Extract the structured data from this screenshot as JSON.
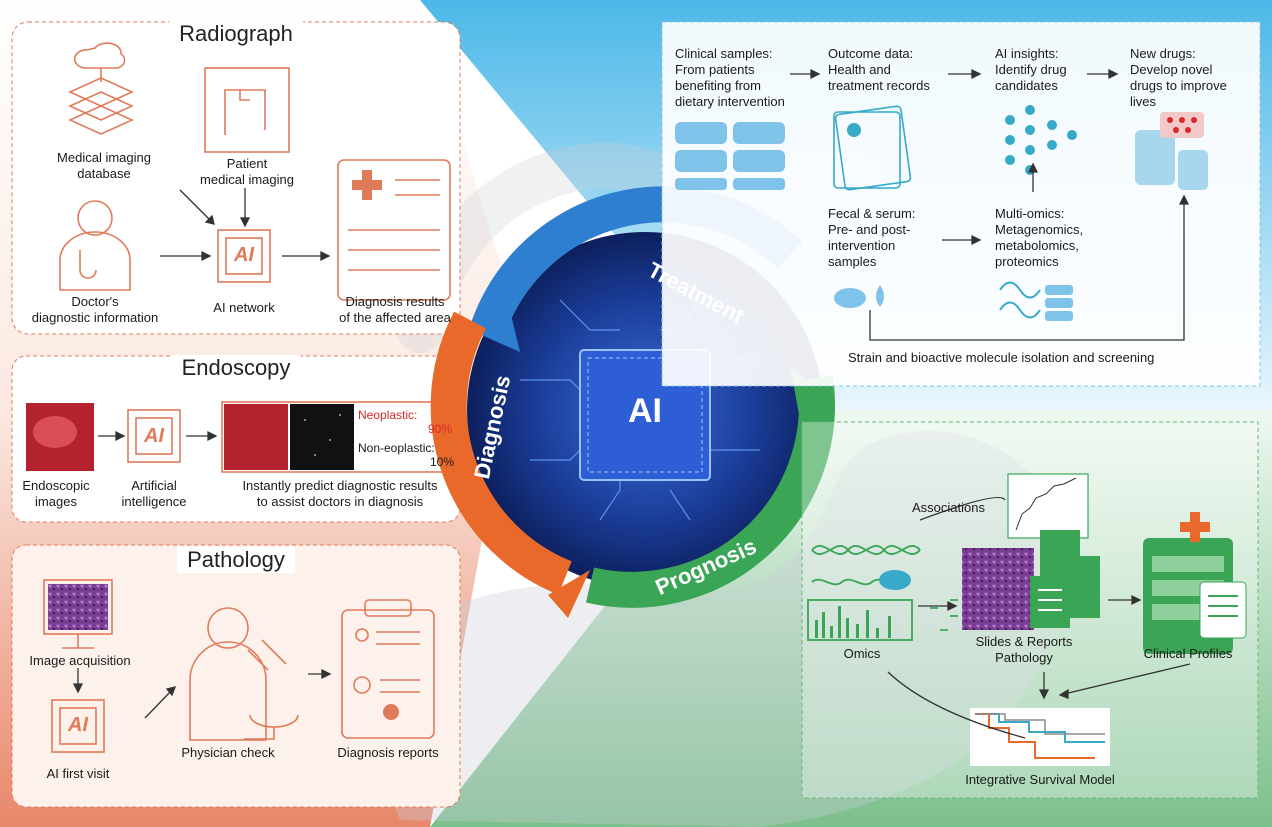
{
  "center": {
    "chip_label": "AI"
  },
  "cycle": {
    "treatment": "Treatment",
    "diagnosis": "Diagnosis",
    "prognosis": "Prognosis"
  },
  "radiograph": {
    "title": "Radiograph",
    "database_label": "Medical imaging\ndatabase",
    "patient_label": "Patient\nmedical imaging",
    "doctor_label": "Doctor's\ndiagnostic information",
    "chip_label": "AI",
    "network_label": "AI network",
    "results_label": "Diagnosis results\nof the affected area"
  },
  "endoscopy": {
    "title": "Endoscopy",
    "images_label": "Endoscopic\nimages",
    "chip_label": "AI",
    "ai_label": "Artificial\nintelligence",
    "predict_label": "Instantly predict diagnostic results\nto assist doctors in diagnosis",
    "neoplastic_label": "Neoplastic:",
    "neoplastic_value": "90%",
    "non_neoplastic_label": "Non-eoplastic:",
    "non_neoplastic_value": "10%"
  },
  "pathology": {
    "title": "Pathology",
    "acquisition_label": "Image acquisition",
    "chip_label": "AI",
    "first_visit_label": "AI first visit",
    "physician_label": "Physician check",
    "reports_label": "Diagnosis reports"
  },
  "treatment_panel": {
    "clinical_samples": "Clinical samples:\nFrom patients\nbenefiting from\ndietary intervention",
    "outcome_data": "Outcome data:\nHealth and\ntreatment records",
    "ai_insights": "AI insights:\nIdentify drug\ncandidates",
    "new_drugs": "New drugs:\nDevelop novel\ndrugs to improve\nlives",
    "fecal_serum": "Fecal & serum:\nPre- and post-\nintervention\nsamples",
    "multi_omics": "Multi-omics:\nMetagenomics,\nmetabolomics,\nproteomics",
    "strain_label": "Strain and bioactive molecule isolation and screening"
  },
  "prognosis_panel": {
    "associations": "Associations",
    "omics": "Omics",
    "slides": "Slides & Reports\nPathology",
    "clinical": "Clinical Profiles",
    "survival": "Integrative Survival Model"
  },
  "colors": {
    "orange": "#e8692a",
    "blue": "#2f7fd0",
    "green": "#3aa655",
    "salmon": "#e8876a",
    "teal": "#37a9c9"
  }
}
